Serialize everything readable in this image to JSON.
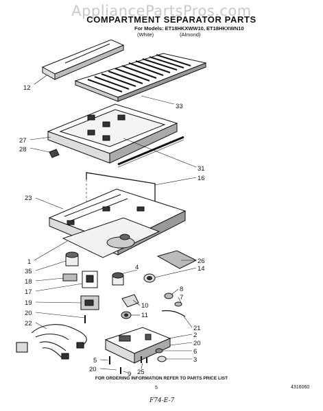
{
  "watermark": "AppliancePartsPros.com",
  "title": "COMPARTMENT SEPARATOR PARTS",
  "models_line": "For Models: ET18HKXWW10, ET18HKXWN10",
  "variants": [
    "(White)",
    "(Almond)"
  ],
  "footer": "FOR ORDERING INFORMATION REFER TO PARTS PRICE LIST",
  "page_number": "5",
  "doc_number": "4316060",
  "handwritten_note": "F74-E-7",
  "callouts": {
    "c12": "12",
    "c33": "33",
    "c27": "27",
    "c28": "28",
    "c31": "31",
    "c16": "16",
    "c23": "23",
    "c1": "1",
    "c35": "35",
    "c26": "26",
    "c14": "14",
    "c4": "4",
    "c18": "18",
    "c17": "17",
    "c8": "8",
    "c7": "7",
    "c19": "19",
    "c10": "10",
    "c11": "11",
    "c20a": "20",
    "c22": "22",
    "c21": "21",
    "c2": "2",
    "c20b": "20",
    "c6": "6",
    "c3": "3",
    "c5": "5",
    "c25": "25",
    "c9": "9",
    "c20c": "20"
  }
}
